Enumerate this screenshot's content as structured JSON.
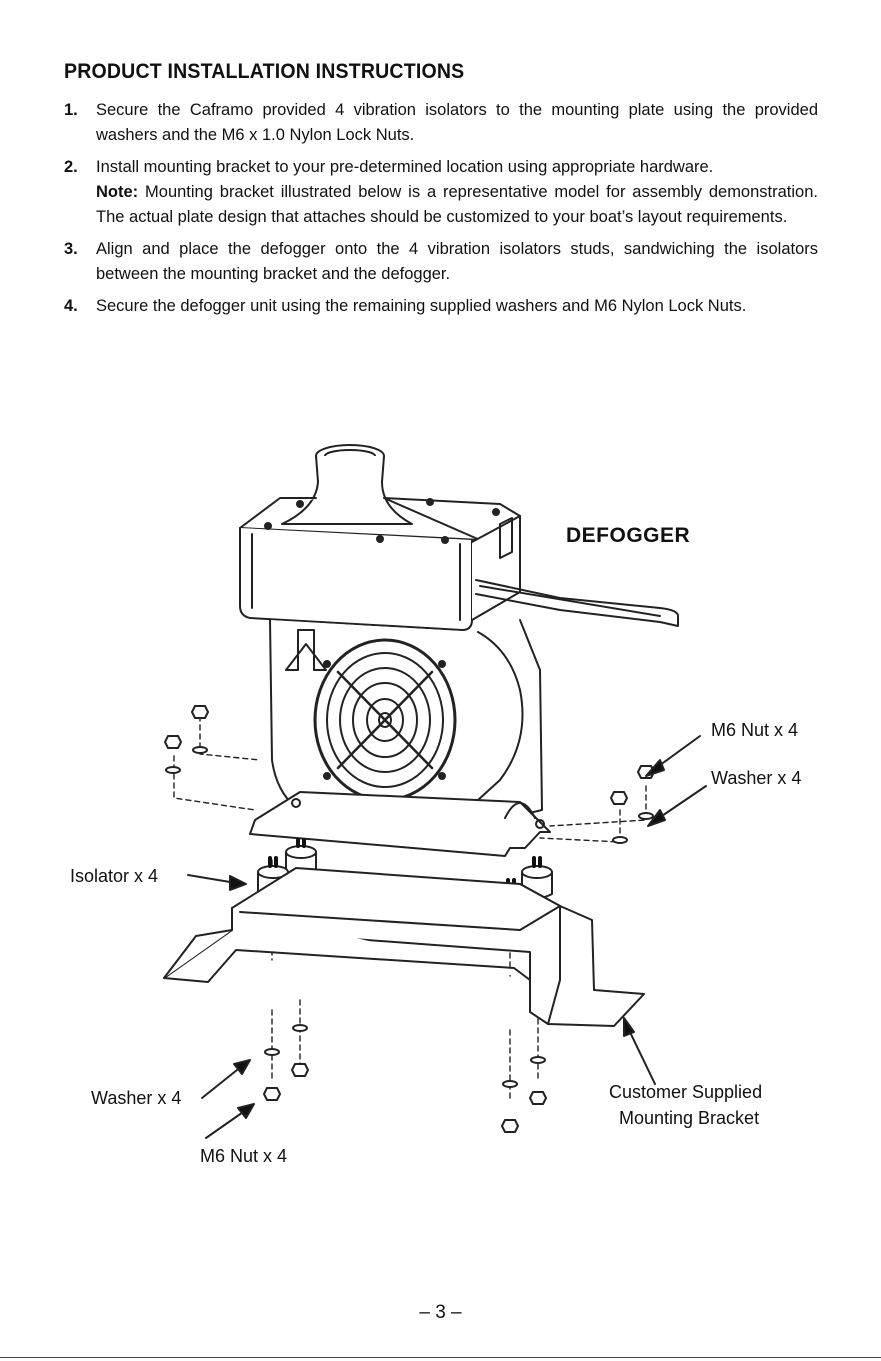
{
  "title": "PRODUCT INSTALLATION INSTRUCTIONS",
  "steps": [
    {
      "num": "1.",
      "text": "Secure the Caframo provided 4 vibration isolators to the mounting plate using the provided washers and the M6 x 1.0 Nylon Lock Nuts."
    },
    {
      "num": "2.",
      "text": "Install mounting bracket to your pre-determined location using appropriate hardware.",
      "note_label": "Note:",
      "note_text": "Mounting bracket illustrated below is a representative model for assembly demonstration. The actual plate design that attaches should be customized to your boat’s layout requirements."
    },
    {
      "num": "3.",
      "text": "Align and place the defogger onto the 4 vibration isolators studs, sandwiching the isolators between the mounting bracket and the defogger."
    },
    {
      "num": "4.",
      "text": "Secure the defogger unit using the remaining supplied washers and M6 Nylon Lock Nuts."
    }
  ],
  "diagram": {
    "defogger_label": "DEFOGGER",
    "m6_nut_top": "M6 Nut x 4",
    "washer_top": "Washer x 4",
    "isolator": "Isolator x 4",
    "washer_bottom": "Washer x 4",
    "m6_nut_bottom": "M6 Nut x 4",
    "bracket_line1": "Customer Supplied",
    "bracket_line2": "Mounting Bracket"
  },
  "page_number": "– 3 –"
}
